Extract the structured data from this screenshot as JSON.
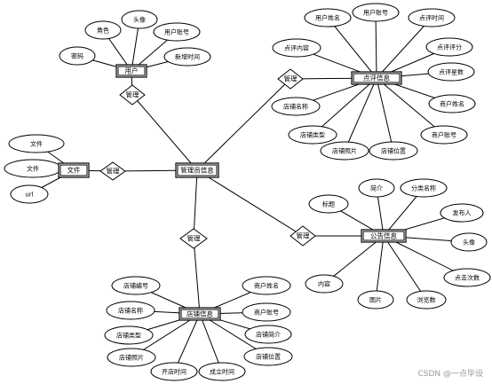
{
  "entities": {
    "user": "用户",
    "admin": "管理员信息",
    "review": "点评信息",
    "announcement": "公告信息",
    "shop": "店铺信息",
    "file": "文件"
  },
  "relations": {
    "user_admin": "管理",
    "review_admin": "管理",
    "file_admin": "管理",
    "shop_admin": "管理",
    "announcement_admin": "管理"
  },
  "attributes": {
    "user": [
      "角色",
      "头像",
      "用户账号",
      "新增时间",
      "密码"
    ],
    "review": [
      "用户姓名",
      "用户账号",
      "点评时间",
      "点评内容",
      "点评评分",
      "点评星数",
      "店铺名称",
      "商户姓名",
      "店铺类型",
      "店铺照片",
      "店铺位置",
      "商户账号"
    ],
    "file": [
      "文件",
      "文件",
      "url"
    ],
    "announcement": [
      "标题",
      "简介",
      "分类名称",
      "发布人",
      "头像",
      "点击次数",
      "内容",
      "图片",
      "浏览数"
    ],
    "shop": [
      "店铺编号",
      "商户姓名",
      "店铺名称",
      "商户账号",
      "店铺类型",
      "店铺简介",
      "店铺照片",
      "店铺位置",
      "开店时间",
      "成立时间"
    ]
  },
  "watermark": "CSDN @一点毕设"
}
